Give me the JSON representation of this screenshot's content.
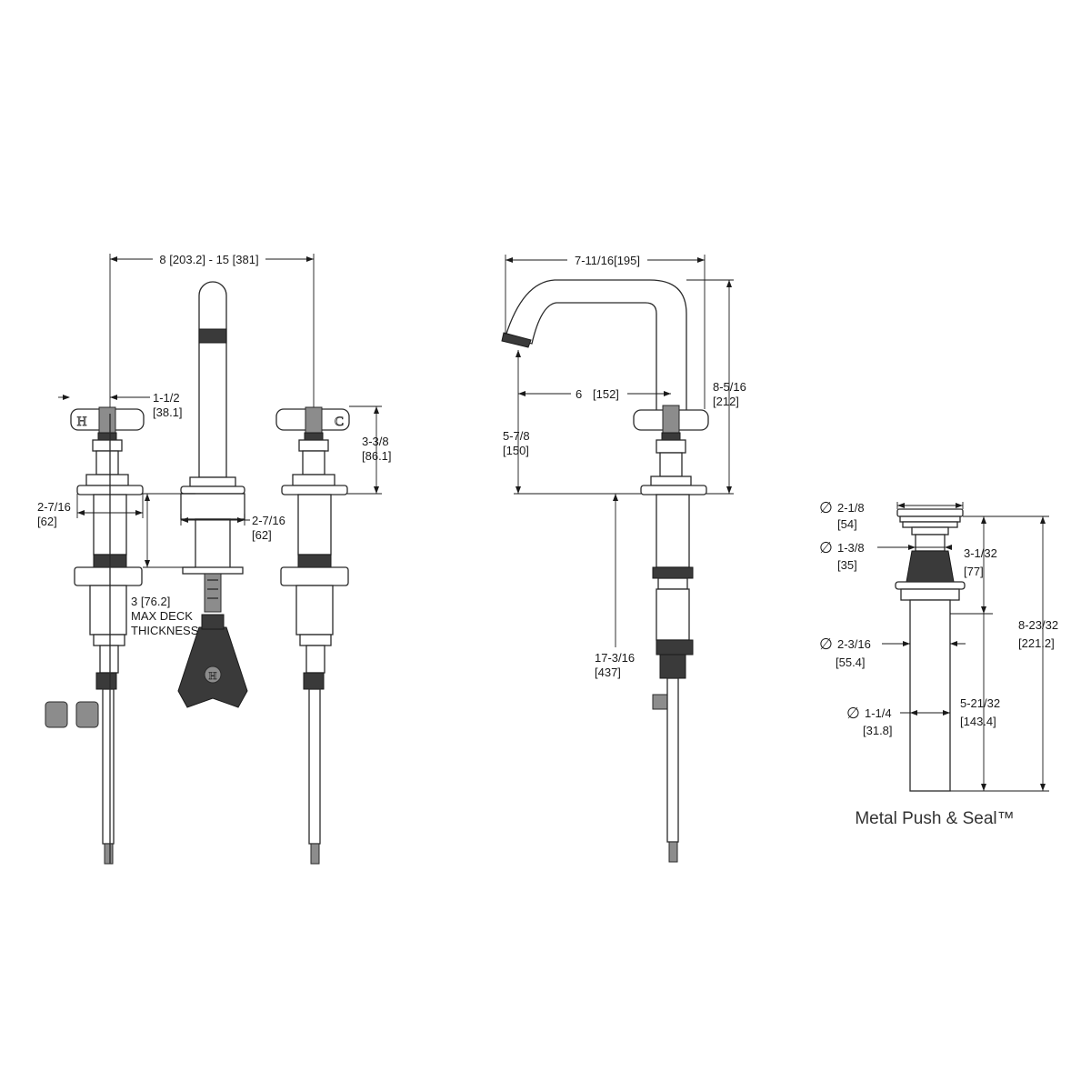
{
  "front_view": {
    "spread_label": "8 [203.2] - 15 [381]",
    "handle_width_in": "1-1/2",
    "handle_width_mm": "[38.1]",
    "handle_height_in": "3-3/8",
    "handle_height_mm": "[86.1]",
    "base_left_in": "2-7/16",
    "base_left_mm": "[62]",
    "base_center_in": "2-7/16",
    "base_center_mm": "[62]",
    "deck_value": "3  [76.2]",
    "deck_line1": "MAX DECK",
    "deck_line2": "THICKNESS",
    "hot_letter": "H",
    "cold_letter": "C",
    "valve_letter": "H"
  },
  "side_view": {
    "reach_label": "7-11/16[195]",
    "centre_in": "6",
    "centre_mm": "[152]",
    "spout_height_in": "8-5/16",
    "spout_height_mm": "[212]",
    "outlet_height_in": "5-7/8",
    "outlet_height_mm": "[150]",
    "below_deck_in": "17-3/16",
    "below_deck_mm": "[437]"
  },
  "drain_view": {
    "diameter_symbol": "∅",
    "cap_dia_in": "2-1/8",
    "cap_dia_mm": "[54]",
    "stem_dia_in": "1-3/8",
    "stem_dia_mm": "[35]",
    "flange_dia_in": "2-3/16",
    "flange_dia_mm": "[55.4]",
    "tail_dia_in": "1-1/4",
    "tail_dia_mm": "[31.8]",
    "upper_height_in": "3-1/32",
    "upper_height_mm": "[77]",
    "tail_height_in": "5-21/32",
    "tail_height_mm": "[143.4]",
    "total_height_in": "8-23/32",
    "total_height_mm": "[221.2]",
    "caption": "Metal Push & Seal™"
  }
}
